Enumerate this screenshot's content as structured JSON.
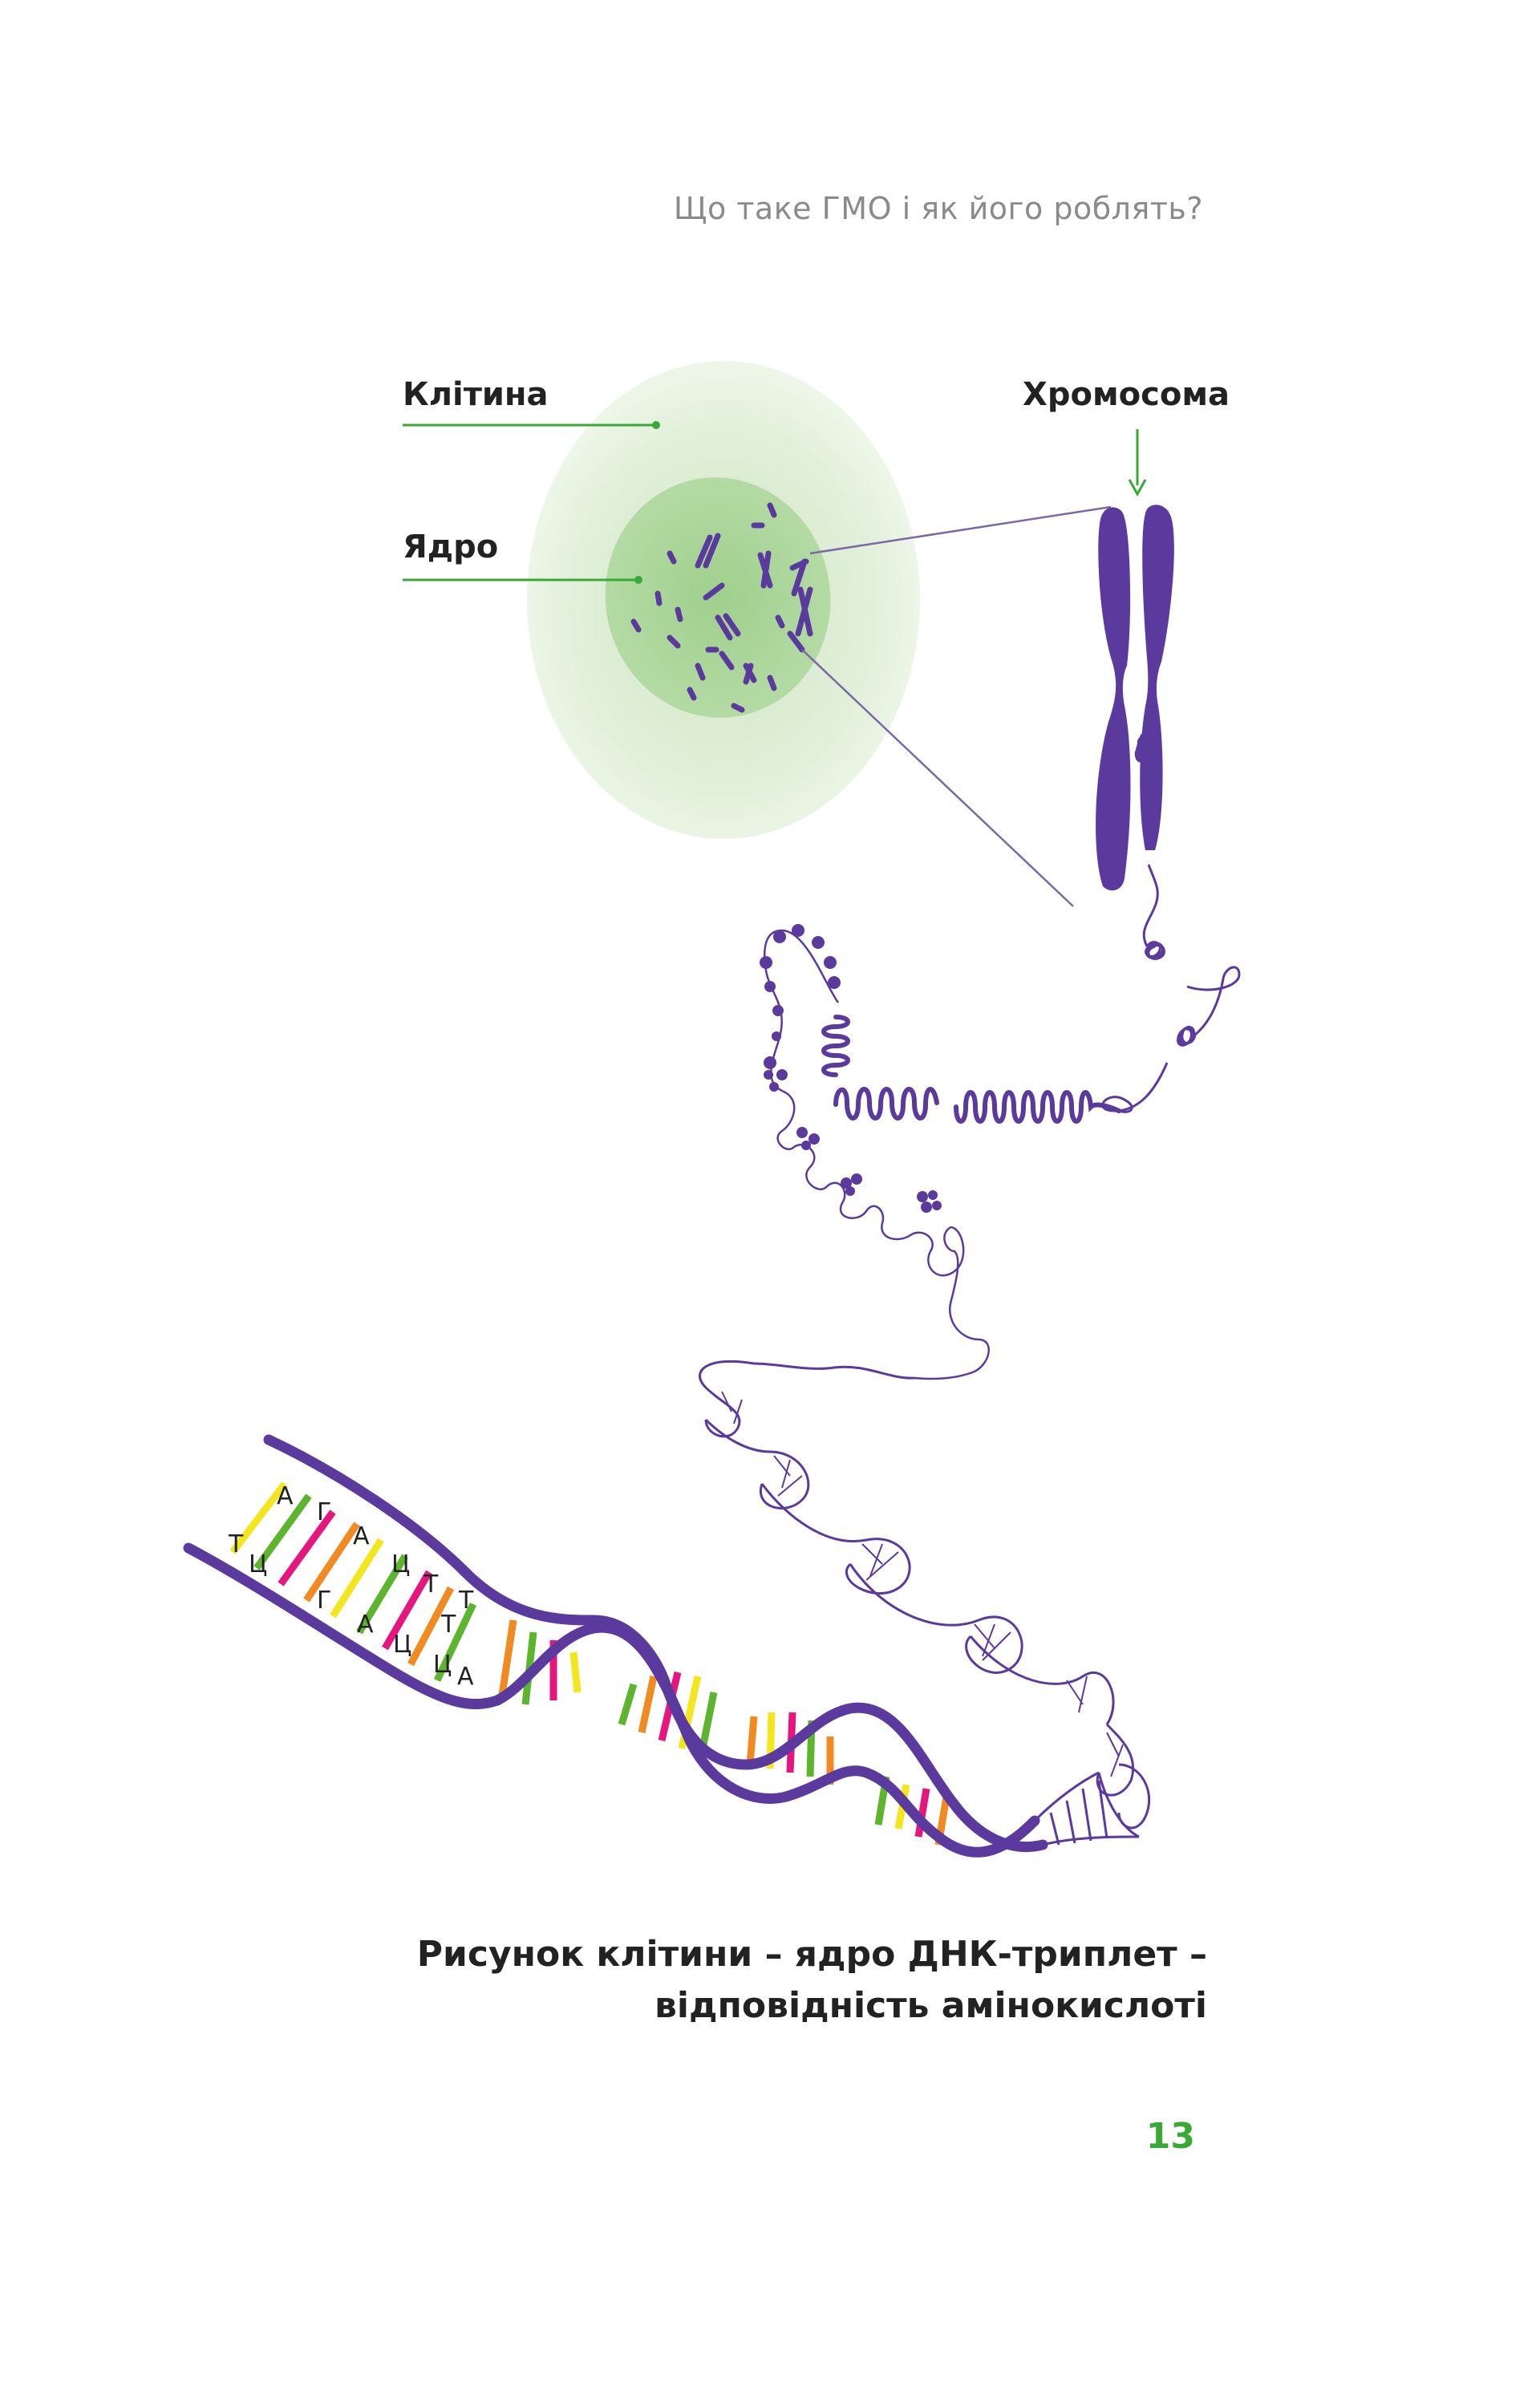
{
  "running_head": "Що таке ГМО і як його роблять?",
  "labels": {
    "cell": "Клітина",
    "nucleus": "Ядро",
    "chromosome": "Хромосома"
  },
  "base_letters": [
    "А",
    "Г",
    "А",
    "Ц",
    "Т",
    "Т",
    "Ц",
    "Т",
    "Г",
    "А",
    "Ц",
    "Т",
    "Ц",
    "А"
  ],
  "caption": {
    "line1": "Рисунок клітини – ядро ДНК-триплет –",
    "line2": "відповідність амінокислоті"
  },
  "page_number": "13",
  "colors": {
    "accent_green": "#39a935",
    "purple": "#5b3a9e",
    "cell_outer": "#e4f1dc",
    "nucleus": "#a9d49a",
    "base_yellow": "#f3e61f",
    "base_orange": "#f18a21",
    "base_pink": "#e5177e",
    "base_green": "#5db52f"
  }
}
